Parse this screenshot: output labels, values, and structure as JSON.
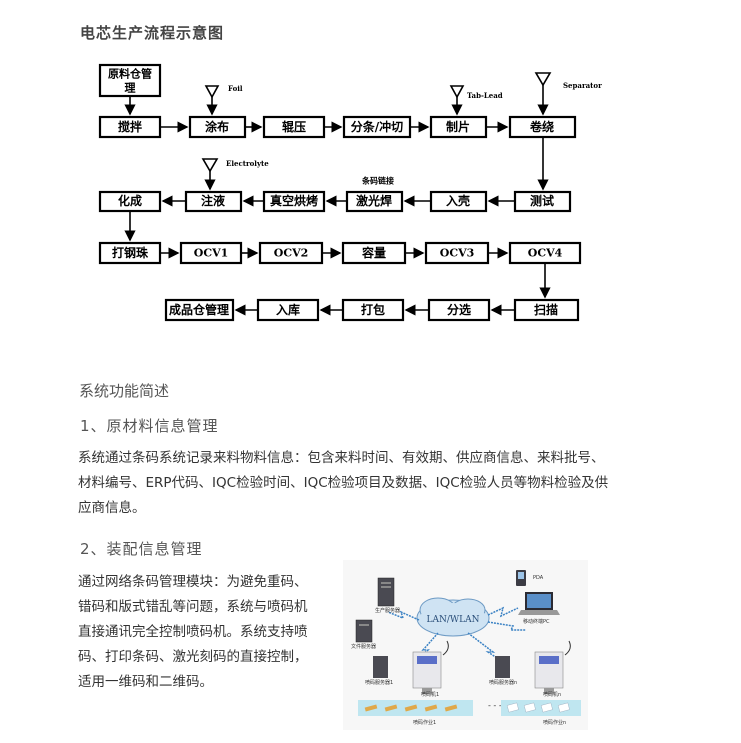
{
  "page": {
    "heading": "电芯生产流程示意图",
    "section_heading": "系统功能简述"
  },
  "flow": {
    "row1": [
      "原料仓管理",
      "搅拌",
      "涂布",
      "辊压",
      "分条/冲切",
      "制片",
      "卷绕"
    ],
    "row2": [
      "化成",
      "注液",
      "真空烘烤",
      "激光焊",
      "入壳",
      "测试"
    ],
    "row3": [
      "打钢珠",
      "OCV1",
      "OCV2",
      "容量",
      "OCV3",
      "OCV4"
    ],
    "row4": [
      "成品仓管理",
      "入库",
      "打包",
      "分选",
      "扫描"
    ],
    "inputs": {
      "foil": "Foil",
      "tab_lead": "Tab-Lead",
      "separator": "Separator",
      "electrolyte": "Electrolyte",
      "barcode_link": "条码链接"
    }
  },
  "section1": {
    "title": "1、原材料信息管理",
    "lines": [
      "系统通过条码系统记录来料物料信息：包含来料时间、有效期、供应商信息、来料批号、",
      "材料编号、ERP代码、IQC检验时间、IQC检验项目及数据、IQC检验人员等物料检验及供",
      "应商信息。"
    ]
  },
  "section2": {
    "title": "2、装配信息管理",
    "lines": [
      "通过网络条码管理模块：为避免重码、",
      "错码和版式错乱等问题，系统与喷码机",
      "直接通讯完全控制喷码机。系统支持喷",
      "码、打印条码、激光刻码的直接控制，",
      "适用一维码和二维码。"
    ]
  },
  "network": {
    "cloud": "LAN/WLAN",
    "pda": "PDA",
    "laptop": "移动终端PC",
    "server1": "生产服务器",
    "server2": "文件服务器",
    "coder_server1": "喷码服务器1",
    "coder1": "喷码机1",
    "coder_server_n": "喷码服务器n",
    "coder_n": "喷码机n",
    "work1": "喷码作业1",
    "work_n": "喷码作业n",
    "dots": "- - -"
  }
}
